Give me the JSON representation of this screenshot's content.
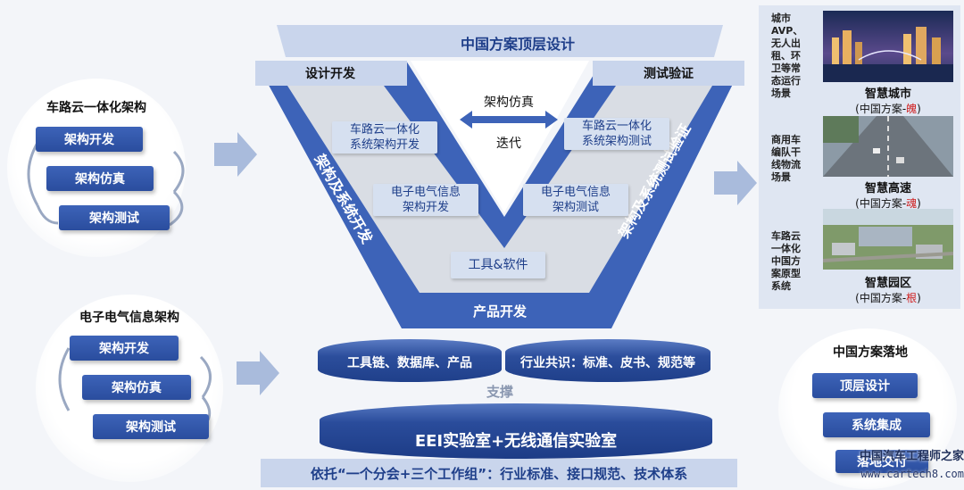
{
  "v_model": {
    "top_banner": "中国方案顶层设计",
    "left_header": "设计开发",
    "right_header": "测试验证",
    "left_arm": "架构及系统开发",
    "right_arm": "架构及系统测试验证",
    "bottom_label": "产品开发",
    "center_top": "架构仿真",
    "center_bottom": "迭代",
    "box_left_1": "车路云一体化\n系统架构开发",
    "box_left_2": "电子电气信息\n架构开发",
    "box_right_1": "车路云一体化\n系统架构测试",
    "box_right_2": "电子电气信息\n架构测试",
    "box_tools": "工具&软件"
  },
  "left_top": {
    "title": "车路云一体化架构",
    "items": [
      "架构开发",
      "架构仿真",
      "架构测试"
    ]
  },
  "left_bottom": {
    "title": "电子电气信息架构",
    "items": [
      "架构开发",
      "架构仿真",
      "架构测试"
    ]
  },
  "right_bottom": {
    "title": "中国方案落地",
    "items": [
      "顶层设计",
      "系统集成",
      "落地交付"
    ]
  },
  "support": {
    "cyl_left": "工具链、数据库、产品",
    "cyl_right": "行业共识：标准、皮书、规范等",
    "label": "支撑",
    "base": "EEI实验室+无线通信实验室",
    "footer": "依托“一个分会+三个工作组”：行业标准、接口规范、技术体系"
  },
  "scenarios": [
    {
      "desc": "城市\nAVP、\n无人出\n租、环\n卫等常\n态运行\n场景",
      "name": "智慧城市",
      "sub_prefix": "(中国方案-",
      "sub_red": "魄",
      "sub_suffix": ")"
    },
    {
      "desc": "商用车\n编队干\n线物流\n场景",
      "name": "智慧高速",
      "sub_prefix": "(中国方案-",
      "sub_red": "魂",
      "sub_suffix": ")"
    },
    {
      "desc": "车路云\n一体化\n中国方\n案原型\n系统",
      "name": "智慧园区",
      "sub_prefix": "(中国方案-",
      "sub_red": "根",
      "sub_suffix": ")"
    }
  ],
  "watermark": {
    "line1": "中国汽车工程师之家",
    "line2": "www.cartech8.com"
  }
}
